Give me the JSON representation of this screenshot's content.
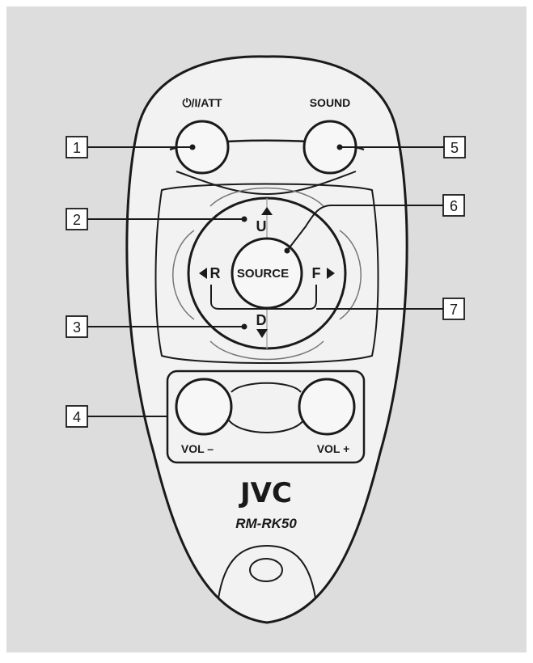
{
  "buttons": {
    "power_att": "⏻/I/ATT",
    "sound": "SOUND",
    "source": "SOURCE",
    "up": "U",
    "down": "D",
    "rewind": "R",
    "forward": "F",
    "vol_down": "VOL –",
    "vol_up": "VOL +"
  },
  "branding": {
    "brand": "JVC",
    "model": "RM-RK50"
  },
  "callouts": [
    "1",
    "2",
    "3",
    "4",
    "5",
    "6",
    "7"
  ],
  "colors": {
    "panel": "#dddddd",
    "remote_body": "#f2f2f2",
    "outline": "#1a1a1a",
    "button_fill": "#f7f7f7",
    "callout_box": "#ffffff"
  }
}
